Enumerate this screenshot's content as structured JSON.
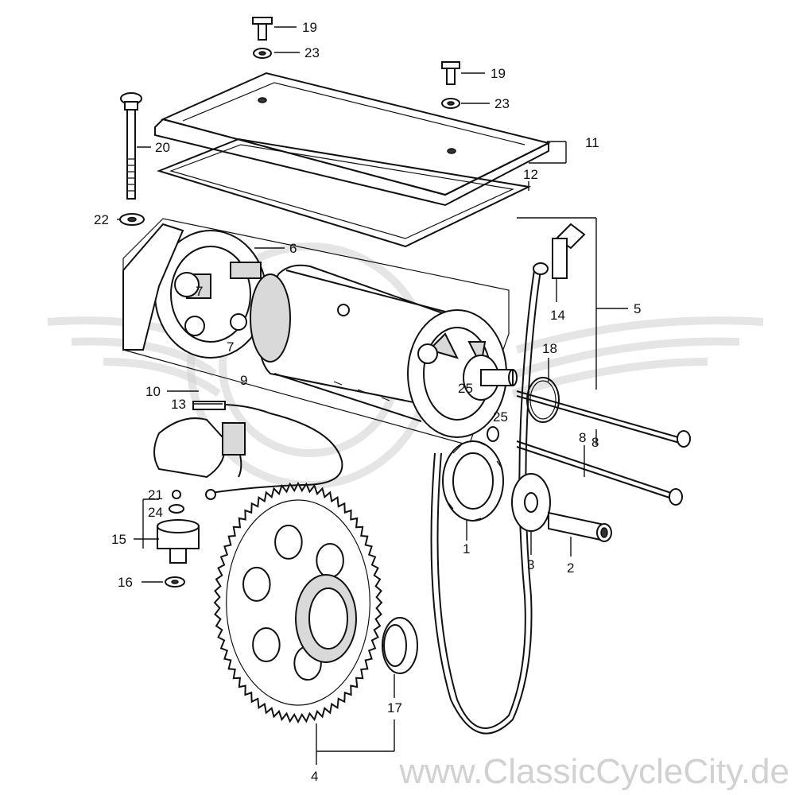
{
  "diagram": {
    "callouts": [
      "19",
      "23",
      "19",
      "23",
      "20",
      "11",
      "12",
      "22",
      "6",
      "7",
      "7",
      "5",
      "14",
      "9",
      "18",
      "10",
      "25",
      "25",
      "13",
      "8",
      "8",
      "21",
      "24",
      "15",
      "1",
      "3",
      "2",
      "16",
      "17",
      "4"
    ]
  },
  "watermark": {
    "text": "www.ClassicCycleCity.de"
  },
  "colors": {
    "ink": "#111111",
    "watermark": "#c9c9c9"
  }
}
